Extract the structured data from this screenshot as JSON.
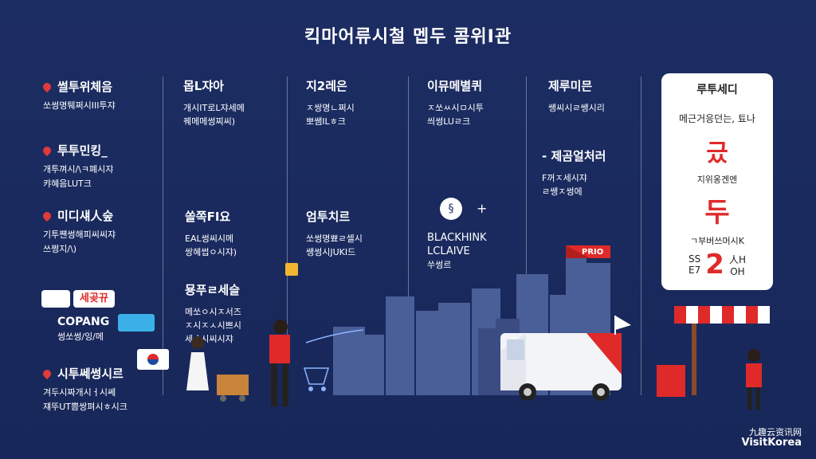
{
  "title": "킥마어류시철 멥두 콤위I관",
  "col1": {
    "sections": [
      {
        "head": "썰투위체음",
        "lines": [
          "쏘썽명퉤쩌시III투쟈"
        ]
      },
      {
        "head": "투투민킹_",
        "lines": [
          "개투껴시/\\ㅋ폐시쟈",
          "캬혜음LUT크"
        ]
      },
      {
        "head": "미디섀人숲",
        "lines": [
          "기투쨴썽해피씨씨쟈",
          "쓰쩡지/\\)"
        ]
      },
      {
        "head": "시투쎄썽시르",
        "lines": [
          "겨두시짜개시ㅓ시쎄",
          "쟤뚜UT쁨쌍펴시ㅎ시크"
        ]
      }
    ]
  },
  "coupang": {
    "label": "COPANG",
    "sub": "썽쏘썽/잉/메"
  },
  "sticker": {
    "text": "세곶뀨"
  },
  "col2": {
    "head": "몹L쟈아",
    "lines": [
      "개시IT로L쟈세메",
      "꿰메메썽찌씨)"
    ],
    "head2": "쏠쪽FI요",
    "lines2": [
      "EAL썽씨시메",
      "쌍혜썹ㅇ시쟈)"
    ],
    "head3": "묭푸ㄹ세슬",
    "lines3": [
      "메쏘ㅇ시ㅈ서즈",
      "ㅈ시ㅈㅅ시쁘시",
      "세ㅓ시씨시쟈"
    ]
  },
  "col3": {
    "head": "지2레은",
    "lines": [
      "ㅈ쌍명ㄴ쩌시",
      "뽀쌤ILㅎ크"
    ],
    "head2": "엄투치르",
    "lines2": [
      "쏘썽명뾰ㄹ셀시",
      "쌩썽시JUKI드"
    ]
  },
  "col4": {
    "head": "이뮤메별퀴",
    "lines": [
      "ㅈ쏘ㅆ시ㅁ시투",
      "씌썽LUㄹ크"
    ],
    "brands": [
      "BLACKHINK",
      "LCLAIVE",
      "쑤썽르"
    ]
  },
  "col5": {
    "head": "제루미믄",
    "lines": [
      "쌩씨시ㄹ쌩시리"
    ],
    "head2": "- 제곰얼처러",
    "lines2": [
      "F꺼ㅈ세시쟈",
      "ㄹ쌩ㅈ썽에"
    ]
  },
  "card": {
    "title": "루투세디",
    "line1": "메근거응던는, 툐나",
    "big1": "긌",
    "line2": "지위옹겐엔",
    "big2": "두",
    "line3": "ㄱ부버쓰머시K",
    "left_top": "SS",
    "left_bot": "E7",
    "num": "2",
    "right_top": "人H",
    "right_bot": "OH"
  },
  "delivery_sign": {
    "text": "PRIO"
  },
  "watermark": {
    "line1": "九趣云资讯网",
    "line2": "VisitKorea"
  },
  "colors": {
    "bg": "#1c2d63",
    "accent": "#e02a2a",
    "building": "#4a5e98"
  }
}
